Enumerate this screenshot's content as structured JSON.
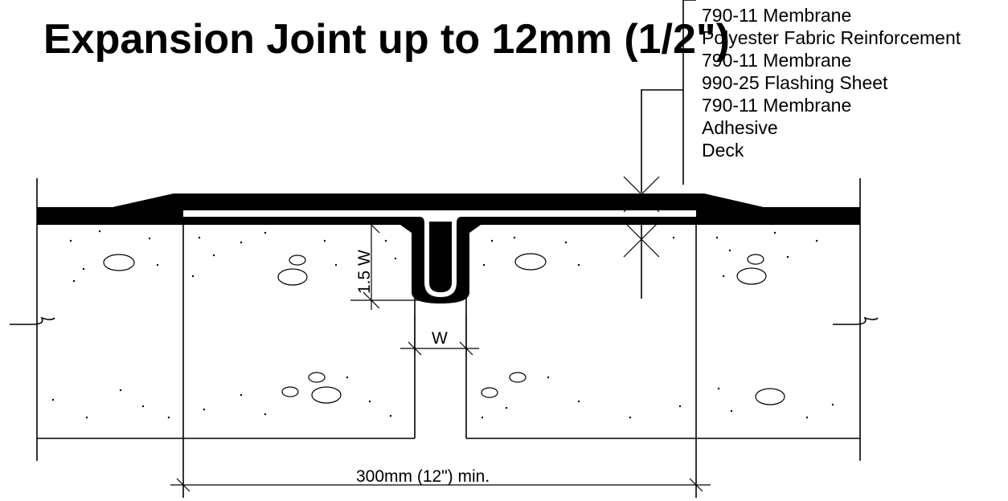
{
  "title": "Expansion Joint up to 12mm (1/2\")",
  "layers": [
    "790-11 Membrane",
    "Polyester Fabric Reinforcement",
    "790-11 Membrane",
    "990-25 Flashing Sheet",
    "790-11 Membrane",
    "Adhesive",
    "Deck"
  ],
  "dimensions": {
    "depth": "1.5 W",
    "width": "W",
    "overall": "300mm (12\") min."
  }
}
